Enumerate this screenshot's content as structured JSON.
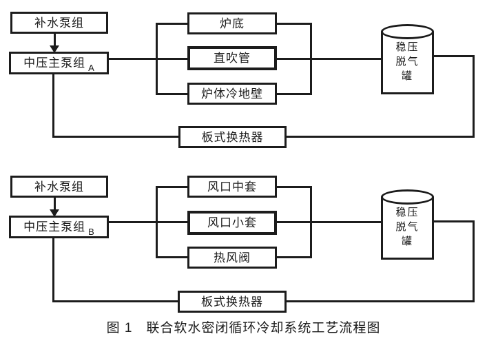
{
  "caption": "图 1　联合软水密闭循环冷却系统工艺流程图",
  "colors": {
    "line": "#1c1c1c",
    "background": "#ffffff"
  },
  "groups": [
    {
      "label": "A",
      "makeup_pump_label": "补水泵组",
      "main_pump_label": "中压主泵组",
      "main_pump_subscript": "A",
      "loads": [
        "炉底",
        "直吹管",
        "炉体冷地壁"
      ],
      "tank_lines": [
        "稳压",
        "脱气",
        "罐"
      ],
      "heat_exchanger_label": "板式换热器"
    },
    {
      "label": "B",
      "makeup_pump_label": "补水泵组",
      "main_pump_label": "中压主泵组",
      "main_pump_subscript": "B",
      "loads": [
        "风口中套",
        "风口小套",
        "热风阀"
      ],
      "tank_lines": [
        "稳压",
        "脱气",
        "罐"
      ],
      "heat_exchanger_label": "板式换热器"
    }
  ]
}
